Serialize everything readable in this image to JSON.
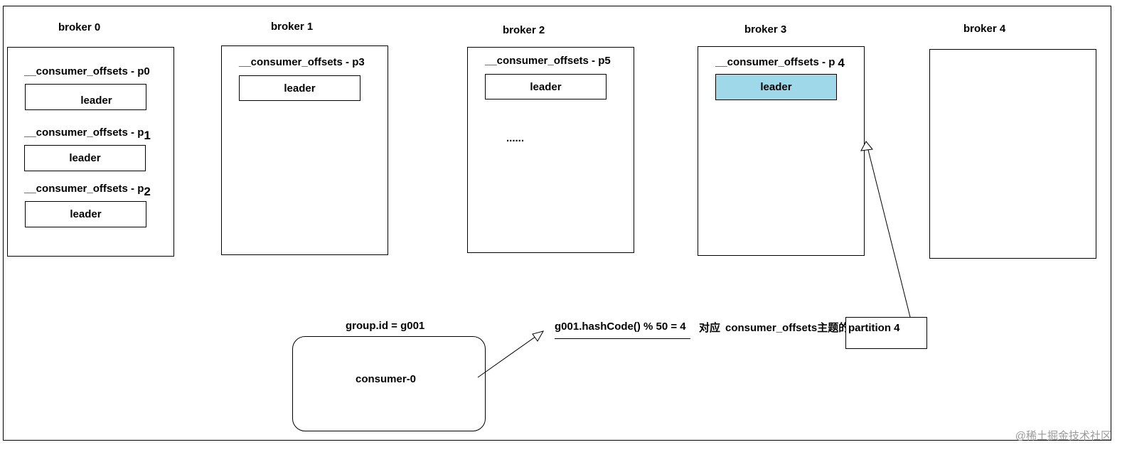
{
  "brokers": [
    {
      "label": "broker 0"
    },
    {
      "label": "broker 1"
    },
    {
      "label": "broker 2"
    },
    {
      "label": "broker 3"
    },
    {
      "label": "broker 4"
    }
  ],
  "partitions": [
    {
      "prefix": "__consumer_offsets - p0",
      "suffix": "",
      "leader": "leader"
    },
    {
      "prefix": "__consumer_offsets - p",
      "suffix": "1",
      "leader": "leader"
    },
    {
      "prefix": "__consumer_offsets - p",
      "suffix": "2",
      "leader": "leader"
    },
    {
      "prefix": "__consumer_offsets - p3",
      "suffix": "",
      "leader": "leader"
    },
    {
      "prefix": "__consumer_offsets - p5",
      "suffix": "",
      "leader": "leader"
    },
    {
      "prefix": "__consumer_offsets - p",
      "suffix": "4",
      "leader": "leader"
    }
  ],
  "ellipsis": "......",
  "group": {
    "label": "group.id = g001",
    "consumer": "consumer-0"
  },
  "formula": {
    "text": "g001.hashCode() % 50 = 4",
    "maps_to": "对应",
    "topic": "consumer_offsets主题的",
    "partition": "partition 4"
  },
  "colors": {
    "highlight": "#9fd9e9",
    "line": "#000000"
  },
  "watermark": "@稀土掘金技术社区"
}
